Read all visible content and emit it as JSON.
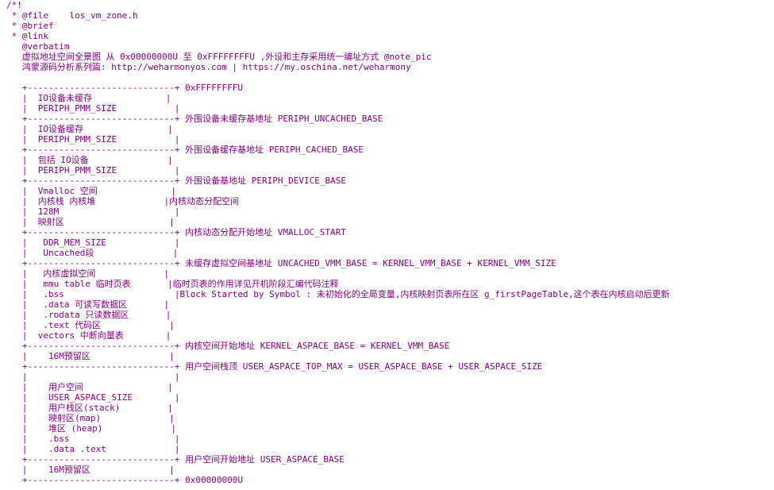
{
  "document": {
    "lines": [
      "/*!",
      " * @file    los_vm_zone.h",
      " * @brief",
      " * @link",
      "   @verbatim",
      "   虚拟地址空间全景图 从 0x00000000U 至 0xFFFFFFFFU ,外设和主存采用统一编址方式 @note_pic",
      "   鸿蒙源码分析系列篇: http://weharmonyos.com | https://my.oschina.net/weharmony",
      "",
      "   +----------------------------+ 0xFFFFFFFFU",
      "   |  IO设备未缓存              |",
      "   |  PERIPH_PMM_SIZE           |",
      "   +----------------------------+ 外围设备未缓存基地址 PERIPH_UNCACHED_BASE",
      "   |  IO设备缓存                |",
      "   |  PERIPH_PMM_SIZE           |",
      "   +----------------------------+ 外围设备缓存基地址 PERIPH_CACHED_BASE",
      "   |  包括 IO设备               |",
      "   |  PERIPH_PMM_SIZE           |",
      "   +----------------------------+ 外围设备基地址 PERIPH_DEVICE_BASE",
      "   |  Vmalloc 空间              |",
      "   |  内核栈 内核堆             |内核动态分配空间",
      "   |  128M                      |",
      "   |  映射区                    |",
      "   +----------------------------+ 内核动态分配开始地址 VMALLOC_START",
      "   |   DDR_MEM_SIZE             |",
      "   |   Uncached段               |",
      "   +----------------------------+ 未缓存虚拟空间基地址 UNCACHED_VMM_BASE = KERNEL_VMM_BASE + KERNEL_VMM_SIZE",
      "   |   内核虚拟空间             |",
      "   |   mmu table 临时页表       |临时页表的作用详见开机阶段汇编代码注释",
      "   |   .bss                     |Block Started by Symbol : 未初始化的全局变量,内核映射页表所在区 g_firstPageTable,这个表在内核启动后更新",
      "   |   .data 可读写数据区       |",
      "   |   .rodata 只读数据区       |",
      "   |   .text 代码区             |",
      "   |  vectors 中断向量表        |",
      "   +----------------------------+ 内核空间开始地址 KERNEL_ASPACE_BASE = KERNEL_VMM_BASE",
      "   |    16M预留区               |",
      "   +----------------------------+ 用户空间栈顶 USER_ASPACE_TOP_MAX = USER_ASPACE_BASE + USER_ASPACE_SIZE",
      "   |                            |",
      "   |    用户空间                |",
      "   |    USER_ASPACE_SIZE        |",
      "   |    用户栈区(stack)         |",
      "   |    映射区(map)             |",
      "   |    堆区 (heap)             |",
      "   |    .bss                    |",
      "   |    .data .text             |",
      "   +----------------------------+ 用户空间开始地址 USER_ASPACE_BASE",
      "   |    16M预留区               |",
      "   +----------------------------+ 0x00000000U"
    ]
  },
  "colors": {
    "text": "#8b008b",
    "background": "#ffffff"
  }
}
